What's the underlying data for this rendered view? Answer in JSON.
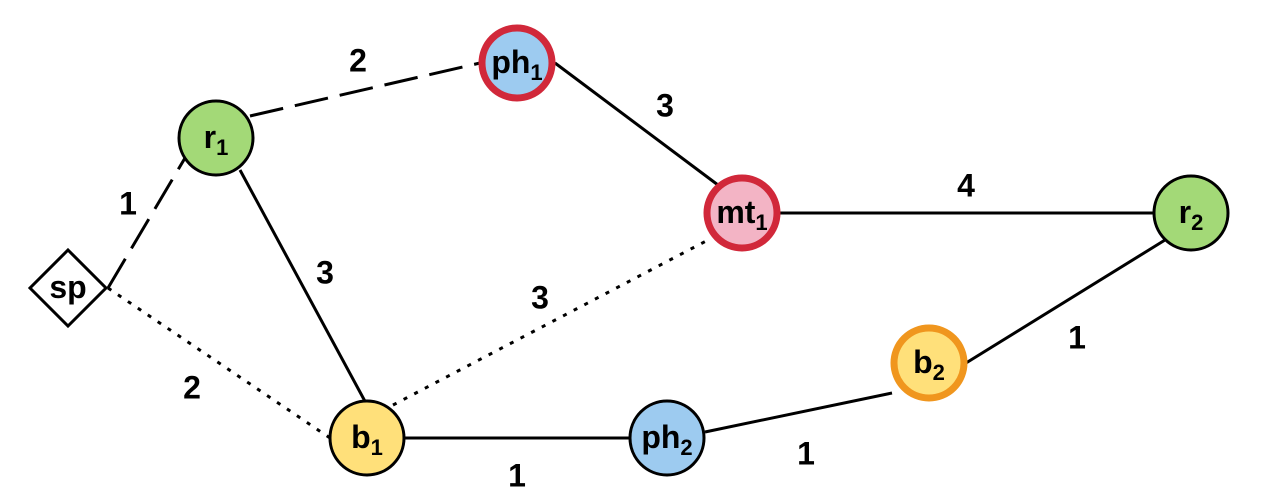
{
  "colors": {
    "green_fill": "#a3d977",
    "blue_fill": "#9dcbf0",
    "yellow_fill": "#ffe07a",
    "pink_fill": "#f3b4c5",
    "red_stroke": "#d1283a",
    "orange_stroke": "#f0961e",
    "black": "#000000"
  },
  "nodes": {
    "sp": {
      "base": "sp",
      "sub": "",
      "shape": "diamond",
      "fill": "#ffffff",
      "stroke": "#000000"
    },
    "r1": {
      "base": "r",
      "sub": "1",
      "shape": "circle",
      "fill": "#a3d977",
      "stroke": "#000000"
    },
    "ph1": {
      "base": "ph",
      "sub": "1",
      "shape": "circle",
      "fill": "#9dcbf0",
      "stroke": "#d1283a",
      "thick": true
    },
    "mt1": {
      "base": "mt",
      "sub": "1",
      "shape": "circle",
      "fill": "#f3b4c5",
      "stroke": "#d1283a",
      "thick": true
    },
    "r2": {
      "base": "r",
      "sub": "2",
      "shape": "circle",
      "fill": "#a3d977",
      "stroke": "#000000"
    },
    "b1": {
      "base": "b",
      "sub": "1",
      "shape": "circle",
      "fill": "#ffe07a",
      "stroke": "#000000"
    },
    "ph2": {
      "base": "ph",
      "sub": "2",
      "shape": "circle",
      "fill": "#9dcbf0",
      "stroke": "#000000"
    },
    "b2": {
      "base": "b",
      "sub": "2",
      "shape": "circle",
      "fill": "#ffe07a",
      "stroke": "#f0961e",
      "thick": true
    }
  },
  "edges": [
    {
      "id": "sp-r1",
      "from": "sp",
      "to": "r1",
      "weight": "1",
      "style": "dashed"
    },
    {
      "id": "sp-b1",
      "from": "sp",
      "to": "b1",
      "weight": "2",
      "style": "dotted"
    },
    {
      "id": "r1-ph1",
      "from": "r1",
      "to": "ph1",
      "weight": "2",
      "style": "dashed"
    },
    {
      "id": "r1-b1",
      "from": "r1",
      "to": "b1",
      "weight": "3",
      "style": "solid"
    },
    {
      "id": "ph1-mt1",
      "from": "ph1",
      "to": "mt1",
      "weight": "3",
      "style": "solid"
    },
    {
      "id": "b1-mt1",
      "from": "b1",
      "to": "mt1",
      "weight": "3",
      "style": "dotted"
    },
    {
      "id": "mt1-r2",
      "from": "mt1",
      "to": "r2",
      "weight": "4",
      "style": "solid"
    },
    {
      "id": "b1-ph2",
      "from": "b1",
      "to": "ph2",
      "weight": "1",
      "style": "solid"
    },
    {
      "id": "ph2-b2",
      "from": "ph2",
      "to": "b2",
      "weight": "1",
      "style": "solid"
    },
    {
      "id": "b2-r2",
      "from": "b2",
      "to": "r2",
      "weight": "1",
      "style": "solid"
    }
  ]
}
